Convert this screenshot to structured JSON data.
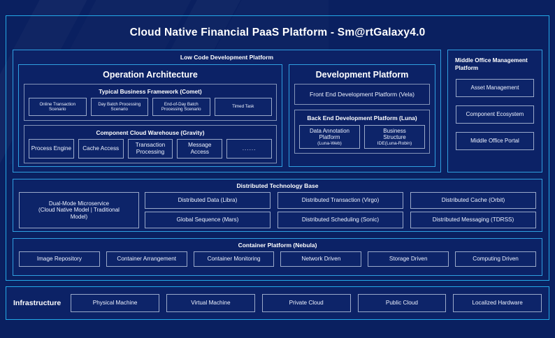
{
  "header": {
    "title": "Cloud Native Financial PaaS Platform - Sm@rtGalaxy4.0"
  },
  "low_code": {
    "heading": "Low Code Development Platform",
    "operation_architecture": {
      "title": "Operation Architecture",
      "typical_business_framework": {
        "heading": "Typical Business Framework (Comet)",
        "items": [
          "Online Transaction Scenario",
          "Day Batch Processing Scenario",
          "End-of-Day Batch Processing Scenario",
          "Timed Task"
        ]
      },
      "component_cloud_warehouse": {
        "heading": "Component Cloud Warehouse (Gravity)",
        "items": [
          "Process Engine",
          "Cache Access",
          "Transaction Processing",
          "Message Access",
          "......"
        ]
      }
    },
    "development_platform": {
      "title": "Development Platform",
      "front_end": "Front End Development Platform (Vela)",
      "back_end": {
        "heading": "Back End Development Platform (Luna)",
        "items": [
          {
            "line1": "Data Annotation",
            "line2": "Platform",
            "line3": "(Luna-Web)"
          },
          {
            "line1": "Business",
            "line2": "Structure",
            "line3": "IDE(Luna-Robin)"
          }
        ]
      }
    }
  },
  "middle_office": {
    "heading": "Middle Office Management Platform",
    "items": [
      "Asset Management",
      "Component Ecosystem",
      "Middle Office Portal"
    ]
  },
  "distributed_technology_base": {
    "heading": "Distributed Technology Base",
    "dual_mode": {
      "line1": "Dual-Mode Microservice",
      "line2": "(Cloud Native Model | Traditional",
      "line3": "Model)"
    },
    "items": [
      "Distributed Data (Libra)",
      "Distributed Transaction (Virgo)",
      "Distributed Cache (Orbit)",
      "Global Sequence (Mars)",
      "Distributed Scheduling (Sonic)",
      "Distributed Messaging (TDRSS)"
    ]
  },
  "container_platform": {
    "heading": "Container Platform (Nebula)",
    "items": [
      "Image Repository",
      "Container Arrangement",
      "Container Monitoring",
      "Network Driven",
      "Storage Driven",
      "Computing Driven"
    ]
  },
  "infrastructure": {
    "label": "Infrastructure",
    "items": [
      "Physical Machine",
      "Virtual Machine",
      "Private Cloud",
      "Public Cloud",
      "Localized Hardware"
    ]
  },
  "colors": {
    "page_background": "#0a2060",
    "accent_border": "#24a9e8",
    "panel_border": "#2f9fe0",
    "box_border": "#9aa9c9",
    "box_fill": "#0d2469",
    "text": "#ffffff"
  }
}
